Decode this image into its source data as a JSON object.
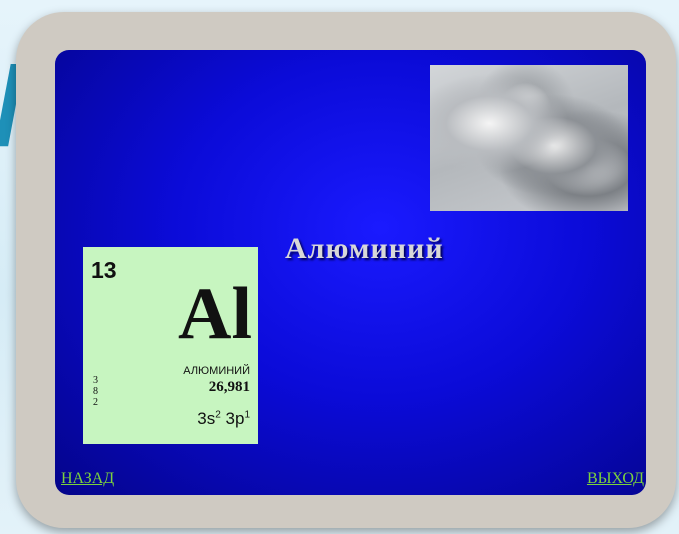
{
  "slide": {
    "title": "Алюминий"
  },
  "element": {
    "atomic_number": "13",
    "symbol": "Al",
    "name": "АЛЮМИНИЙ",
    "atomic_mass": "26,981",
    "shells": [
      "3",
      "8",
      "2"
    ],
    "config": {
      "s_label": "3s",
      "s_exp": "2",
      "p_label": "3p",
      "p_exp": "1"
    }
  },
  "nav": {
    "back_label": "НАЗАД",
    "exit_label": "ВЫХОД"
  },
  "colors": {
    "slide_blue": "#0b0bd8",
    "card_green": "#c7f5c0",
    "link_green": "#7cd23d",
    "frame_gray": "#cfcac2",
    "title_text": "#d8d8d8"
  }
}
